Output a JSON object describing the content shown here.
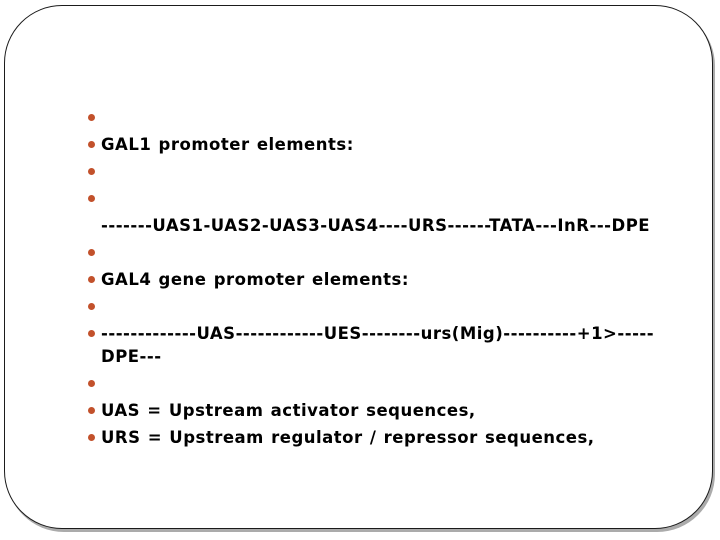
{
  "slide": {
    "kind": "presentation-slide",
    "colors": {
      "background": "#ffffff",
      "border": "#1b1b1b",
      "shadow": "#aaaaaa",
      "bullet": "#c2512b",
      "text": "#000000"
    },
    "items": [
      {
        "bullet": true,
        "text": ""
      },
      {
        "bullet": true,
        "text": "GAL1 promoter elements:"
      },
      {
        "bullet": true,
        "text": ""
      },
      {
        "bullet": true,
        "text": ""
      },
      {
        "bullet": false,
        "text": "-------UAS1-UAS2-UAS3-UAS4----URS------TATA---InR---DPE"
      },
      {
        "bullet": true,
        "text": ""
      },
      {
        "bullet": true,
        "text": "GAL4 gene promoter elements:"
      },
      {
        "bullet": true,
        "text": ""
      },
      {
        "bullet": true,
        "text": "-------------UAS------------UES--------urs(Mig)----------+1>-----",
        "text2": "DPE---"
      },
      {
        "bullet": true,
        "text": ""
      },
      {
        "bullet": true,
        "text": "UAS = Upstream activator sequences,"
      },
      {
        "bullet": true,
        "text": "URS = Upstream regulator / repressor sequences,"
      }
    ]
  }
}
